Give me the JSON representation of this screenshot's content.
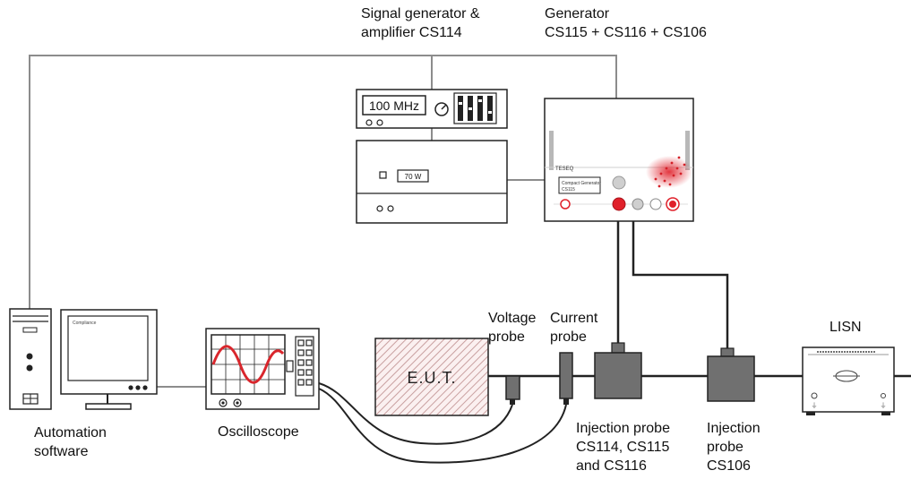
{
  "labels": {
    "signal_gen_line1": "Signal generator &",
    "signal_gen_line2": "amplifier CS114",
    "generator_line1": "Generator",
    "generator_line2": "CS115 + CS116 + CS106",
    "voltage_probe_line1": "Voltage",
    "voltage_probe_line2": "probe",
    "current_probe_line1": "Current",
    "current_probe_line2": "probe",
    "lisn": "LISN",
    "automation_line1": "Automation",
    "automation_line2": "software",
    "oscilloscope": "Oscilloscope",
    "inj_probe1_line1": "Injection probe",
    "inj_probe1_line2": "CS114, CS115",
    "inj_probe1_line3": "and CS116",
    "inj_probe2_line1": "Injection",
    "inj_probe2_line2": "probe",
    "inj_probe2_line3": "CS106"
  },
  "devices": {
    "signal_generator_display": "100 MHz",
    "amplifier_display": "70 W",
    "eut_label": "E.U.T.",
    "generator_brand": "TESEQ",
    "generator_display_line1": "Compact Generator",
    "generator_display_line2": "CS115",
    "monitor_logo": "Compliance"
  },
  "colors": {
    "line": "#8c8c8c",
    "dark_line": "#222222",
    "probe_fill": "#707070",
    "eut_hatch": "#c9a0a0",
    "sine": "#d9262c",
    "accent_red": "#e0202a"
  }
}
